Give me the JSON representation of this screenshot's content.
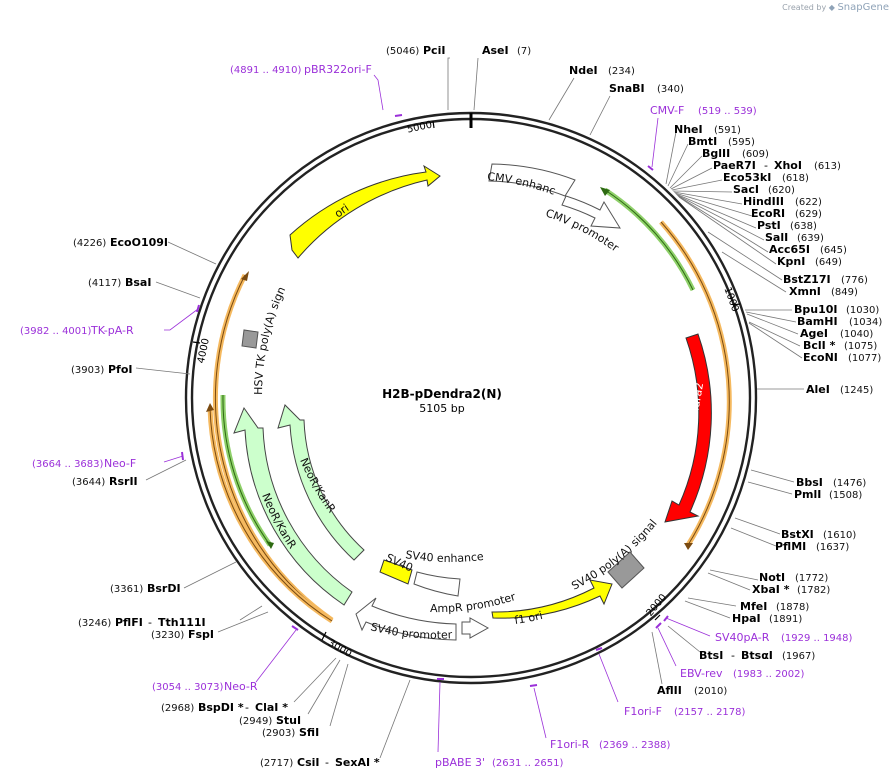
{
  "watermark": {
    "prefix": "Created by",
    "brand": "SnapGene"
  },
  "plasmid": {
    "name": "H2B-pDendra2(N)",
    "size": "5105 bp"
  },
  "ticks": [
    "1000",
    "2000",
    "3000",
    "4000",
    "5000"
  ],
  "sites": [
    {
      "name": "PciI",
      "pos": "(5046)"
    },
    {
      "name": "AseI",
      "pos": "(7)"
    },
    {
      "name": "NdeI",
      "pos": "(234)"
    },
    {
      "name": "SnaBI",
      "pos": "(340)"
    },
    {
      "name": "NheI",
      "pos": "(591)"
    },
    {
      "name": "BmtI",
      "pos": "(595)"
    },
    {
      "name": "BglII",
      "pos": "(609)"
    },
    {
      "name": "PaeR7I",
      "name2": "XhoI",
      "pos": "(613)"
    },
    {
      "name": "Eco53kI",
      "pos": "(618)"
    },
    {
      "name": "SacI",
      "pos": "(620)"
    },
    {
      "name": "HindIII",
      "pos": "(622)"
    },
    {
      "name": "EcoRI",
      "pos": "(629)"
    },
    {
      "name": "PstI",
      "pos": "(638)"
    },
    {
      "name": "SalI",
      "pos": "(639)"
    },
    {
      "name": "Acc65I",
      "pos": "(645)"
    },
    {
      "name": "KpnI",
      "pos": "(649)"
    },
    {
      "name": "BstZ17I",
      "pos": "(776)"
    },
    {
      "name": "XmnI",
      "pos": "(849)"
    },
    {
      "name": "Bpu10I",
      "pos": "(1030)"
    },
    {
      "name": "BamHI",
      "pos": "(1034)"
    },
    {
      "name": "AgeI",
      "pos": "(1040)"
    },
    {
      "name": "BclI *",
      "pos": "(1075)"
    },
    {
      "name": "EcoNI",
      "pos": "(1077)"
    },
    {
      "name": "AleI",
      "pos": "(1245)"
    },
    {
      "name": "BbsI",
      "pos": "(1476)"
    },
    {
      "name": "PmlI",
      "pos": "(1508)"
    },
    {
      "name": "BstXI",
      "pos": "(1610)"
    },
    {
      "name": "PflMI",
      "pos": "(1637)"
    },
    {
      "name": "NotI",
      "pos": "(1772)"
    },
    {
      "name": "XbaI *",
      "pos": "(1782)"
    },
    {
      "name": "MfeI",
      "pos": "(1878)"
    },
    {
      "name": "HpaI",
      "pos": "(1891)"
    },
    {
      "name": "BtsI",
      "name2": "BtsαI",
      "pos": "(1967)"
    },
    {
      "name": "AflII",
      "pos": "(2010)"
    },
    {
      "name": "CsiI",
      "name2": "SexAI *",
      "pos": "(2717)"
    },
    {
      "name": "SfiI",
      "pos": "(2903)"
    },
    {
      "name": "StuI",
      "pos": "(2949)"
    },
    {
      "name": "BspDI *",
      "name2": "ClaI *",
      "pos": "(2968)"
    },
    {
      "name": "FspI",
      "pos": "(3230)"
    },
    {
      "name": "PflFI",
      "name2": "Tth111I",
      "pos": "(3246)"
    },
    {
      "name": "BsrDI",
      "pos": "(3361)"
    },
    {
      "name": "RsrII",
      "pos": "(3644)"
    },
    {
      "name": "PfoI",
      "pos": "(3903)"
    },
    {
      "name": "BsaI",
      "pos": "(4117)"
    },
    {
      "name": "EcoO109I",
      "pos": "(4226)"
    }
  ],
  "primers": [
    {
      "name": "pBR322ori-F",
      "range": "(4891 .. 4910)"
    },
    {
      "name": "CMV-F",
      "range": "(519 .. 539)"
    },
    {
      "name": "SV40pA-R",
      "range": "(1929 .. 1948)"
    },
    {
      "name": "EBV-rev",
      "range": "(1983 .. 2002)"
    },
    {
      "name": "F1ori-F",
      "range": "(2157 .. 2178)"
    },
    {
      "name": "F1ori-R",
      "range": "(2369 .. 2388)"
    },
    {
      "name": "pBABE 3'",
      "range": "(2631 .. 2651)"
    },
    {
      "name": "Neo-R",
      "range": "(3054 .. 3073)"
    },
    {
      "name": "Neo-F",
      "range": "(3664 .. 3683)"
    },
    {
      "name": "TK-pA-R",
      "range": "(3982 .. 4001)"
    }
  ],
  "features": {
    "cmv_enhancer": "CMV enhancer",
    "cmv_promoter": "CMV promoter",
    "dendra2": "Dendra2",
    "sv40_polya": "SV40 poly(A) signal",
    "f1_ori": "f1 ori",
    "ampr_promoter": "AmpR promoter",
    "sv40_promoter": "SV40 promoter",
    "sv40_ori": "SV40 ori",
    "sv40_enhancer": "SV40 enhancer",
    "neo_inner": "NeoR/KanR",
    "neo_outer": "NeoR/KanR",
    "hsv_tk": "HSV TK poly(A) signal",
    "ori": "ori"
  },
  "colors": {
    "backbone": "#222222",
    "ori": "#ffff00",
    "f1_ori": "#ffff00",
    "dendra2": "#ff0000",
    "neo": "#ccffcc",
    "promoter": "#ffffff",
    "orf_orange": "#f5b95f",
    "orf_green": "#55aa22",
    "primer": "#9b30d9",
    "polya": "#999999"
  }
}
